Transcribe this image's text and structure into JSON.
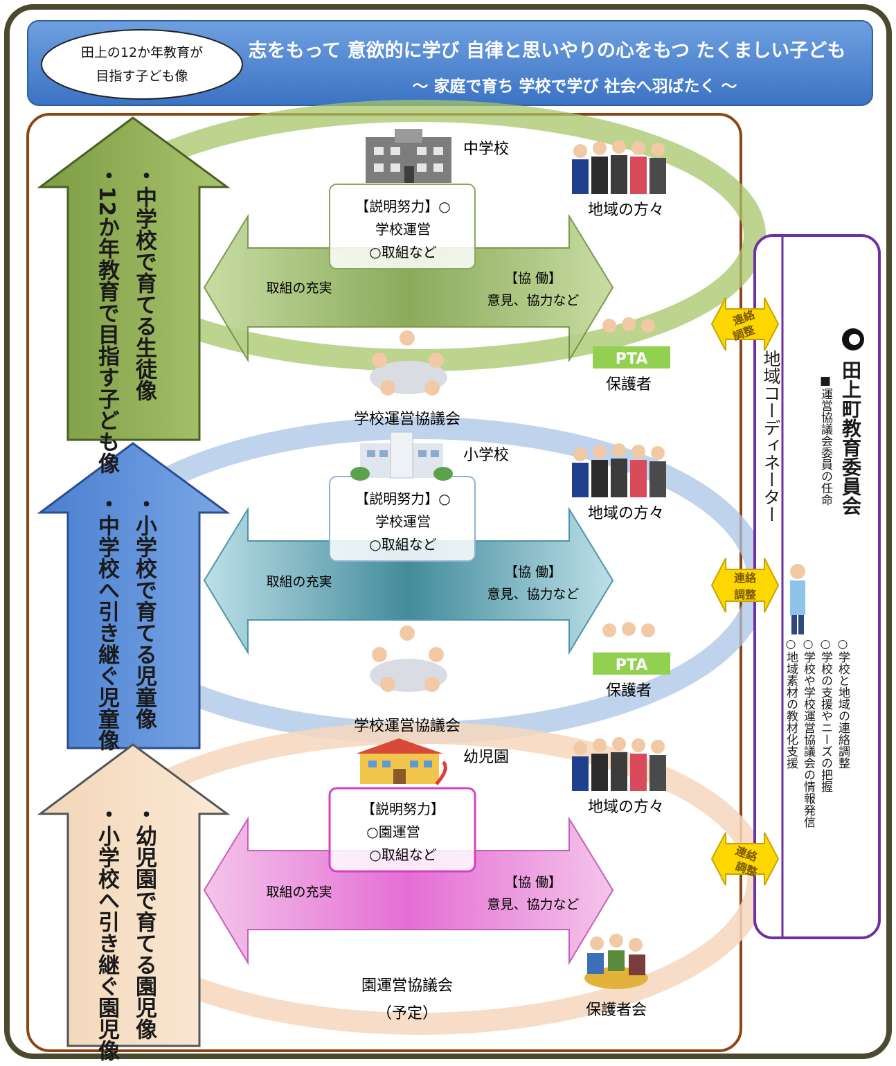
{
  "header": {
    "oval_text": [
      "田上の12か年教育が",
      "目指す子ども像"
    ],
    "title": "志をもって 意欲的に学び 自律と思いやりの心をもつ たくましい子ども",
    "subtitle": "〜 家庭で育ち 学校で学び 社会へ羽ばたく 〜"
  },
  "sections": [
    {
      "id": "junior-high",
      "school_label": "中学校",
      "ring_color": "#a7c56a",
      "arrow_color": "#9bbb59",
      "arrow_color_light": "#c7dc97",
      "vertical_lines": [
        "・中学校で育てる生徒像",
        "・12か年教育で目指す子ども像"
      ],
      "explain_label": "【説明努力】○",
      "explain_lines": [
        "学校運営",
        "○取組など"
      ],
      "enhance_label": "取組の充実",
      "collab_label": "【協 働】",
      "collab_detail": "意見、協力など",
      "community_label": "地域の方々",
      "parents_label": "保護者",
      "pta_label": "PTA",
      "council_label": "学校運営協議会"
    },
    {
      "id": "elementary",
      "school_label": "小学校",
      "ring_color": "#9fbfe3",
      "arrow_color": "#5b8ed6",
      "arrow_color_light": "#a9d3df",
      "vertical_lines": [
        "・小学校で育てる児童像",
        "・中学校へ引き継ぐ児童像"
      ],
      "explain_label": "【説明努力】○",
      "explain_lines": [
        "学校運営",
        "○取組など"
      ],
      "enhance_label": "取組の充実",
      "collab_label": "【協 働】",
      "collab_detail": "意見、協力など",
      "community_label": "地域の方々",
      "parents_label": "保護者",
      "pta_label": "PTA",
      "council_label": "学校運営協議会"
    },
    {
      "id": "kindergarten",
      "school_label": "幼児園",
      "ring_color": "#f6d7bd",
      "arrow_color": "#f8dcc0",
      "arrow_color_light": "#f0a6dc",
      "vertical_lines": [
        "・幼児園で育てる園児像",
        "・小学校へ引き継ぐ園児像"
      ],
      "explain_label": "【説明努力】",
      "explain_lines": [
        "○園運営",
        "○取組など"
      ],
      "enhance_label": "取組の充実",
      "collab_label": "【協 働】",
      "collab_detail": "意見、協力など",
      "community_label": "地域の方々",
      "parents_label": "保護者会",
      "council_label": "園運営協議会",
      "council_note": "（予定）"
    }
  ],
  "liaison_label": [
    "連絡",
    "調整"
  ],
  "coordinator": {
    "label": "地域コーディネーター"
  },
  "board": {
    "title": "田上町教育委員会",
    "subtitle": "■運営協議会委員の任命",
    "duties": [
      "○学校と地域の連絡調整",
      "○学校の支援やニーズの把握",
      "○学校や学校運営協議会の情報発信",
      "○地域素材の教材化支援"
    ]
  }
}
